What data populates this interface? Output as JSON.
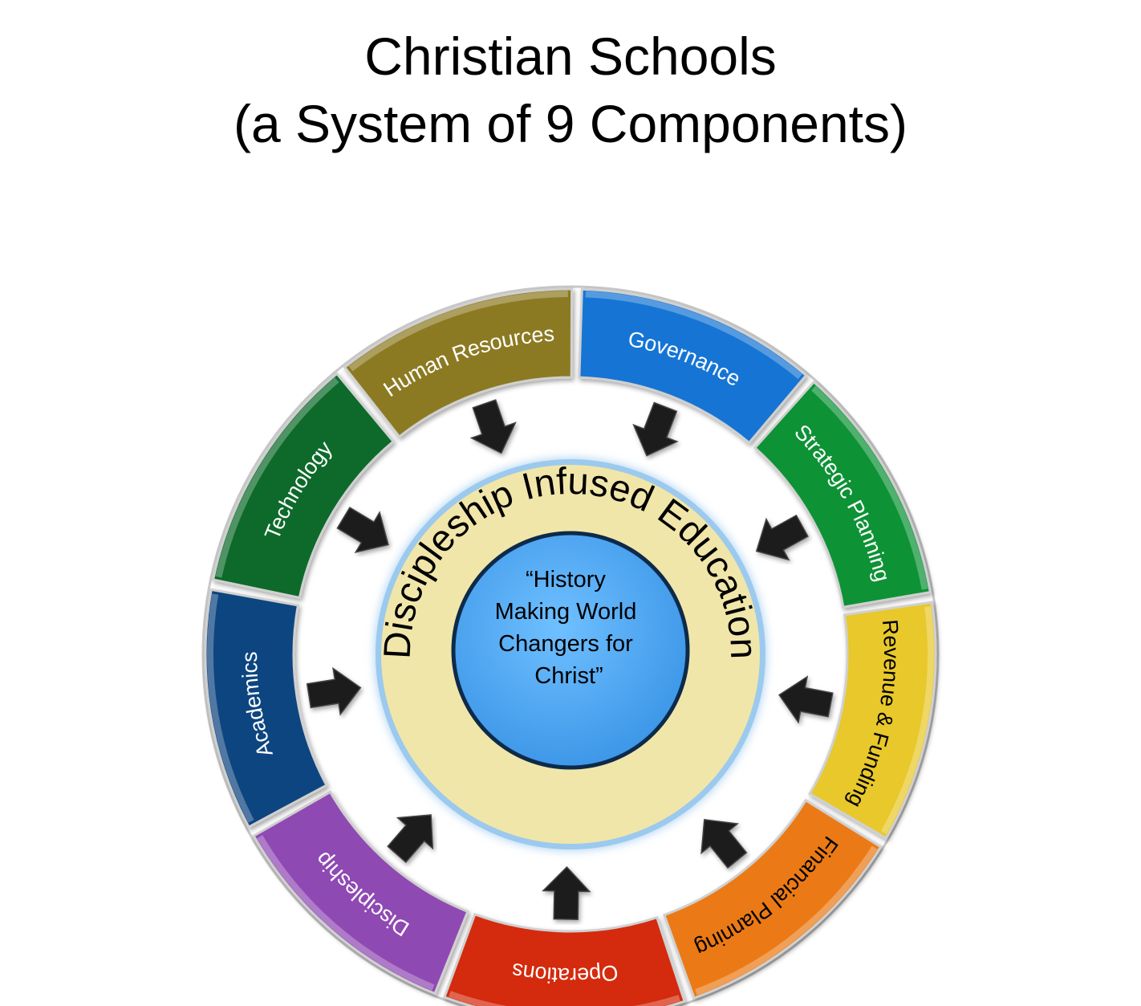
{
  "title": {
    "line1": "Christian Schools",
    "line2": "(a System of 9 Components)"
  },
  "center": {
    "ring_label": "Discipleship Infused Education",
    "core_lines": [
      "“History",
      "Making World",
      "Changers for",
      "Christ”"
    ],
    "core_color": "#4aa6f4",
    "ring_color": "#f1e6a9"
  },
  "components": [
    {
      "id": "governance",
      "label": "Governance",
      "color": "#1575d4",
      "text_color": "#ffffff"
    },
    {
      "id": "strategic-planning",
      "label": "Strategic Planning",
      "color": "#0a9236",
      "text_color": "#ffffff"
    },
    {
      "id": "revenue-funding",
      "label": "Revenue & Funding",
      "color": "#e8c82a",
      "text_color": "#000000"
    },
    {
      "id": "financial-planning",
      "label": "Financial Planning",
      "color": "#eb7a18",
      "text_color": "#000000"
    },
    {
      "id": "operations",
      "label": "Operations",
      "color": "#d42a0e",
      "text_color": "#ffffff"
    },
    {
      "id": "discipleship",
      "label": "Discipleship",
      "color": "#8f4ab3",
      "text_color": "#ffffff"
    },
    {
      "id": "academics",
      "label": "Academics",
      "color": "#0d4480",
      "text_color": "#ffffff"
    },
    {
      "id": "technology",
      "label": "Technology",
      "color": "#0b6a2b",
      "text_color": "#ffffff"
    },
    {
      "id": "human-resources",
      "label": "Human Resources",
      "color": "#8c7a24",
      "text_color": "#ffffff"
    }
  ],
  "arrow_color": "#1a1a1a"
}
